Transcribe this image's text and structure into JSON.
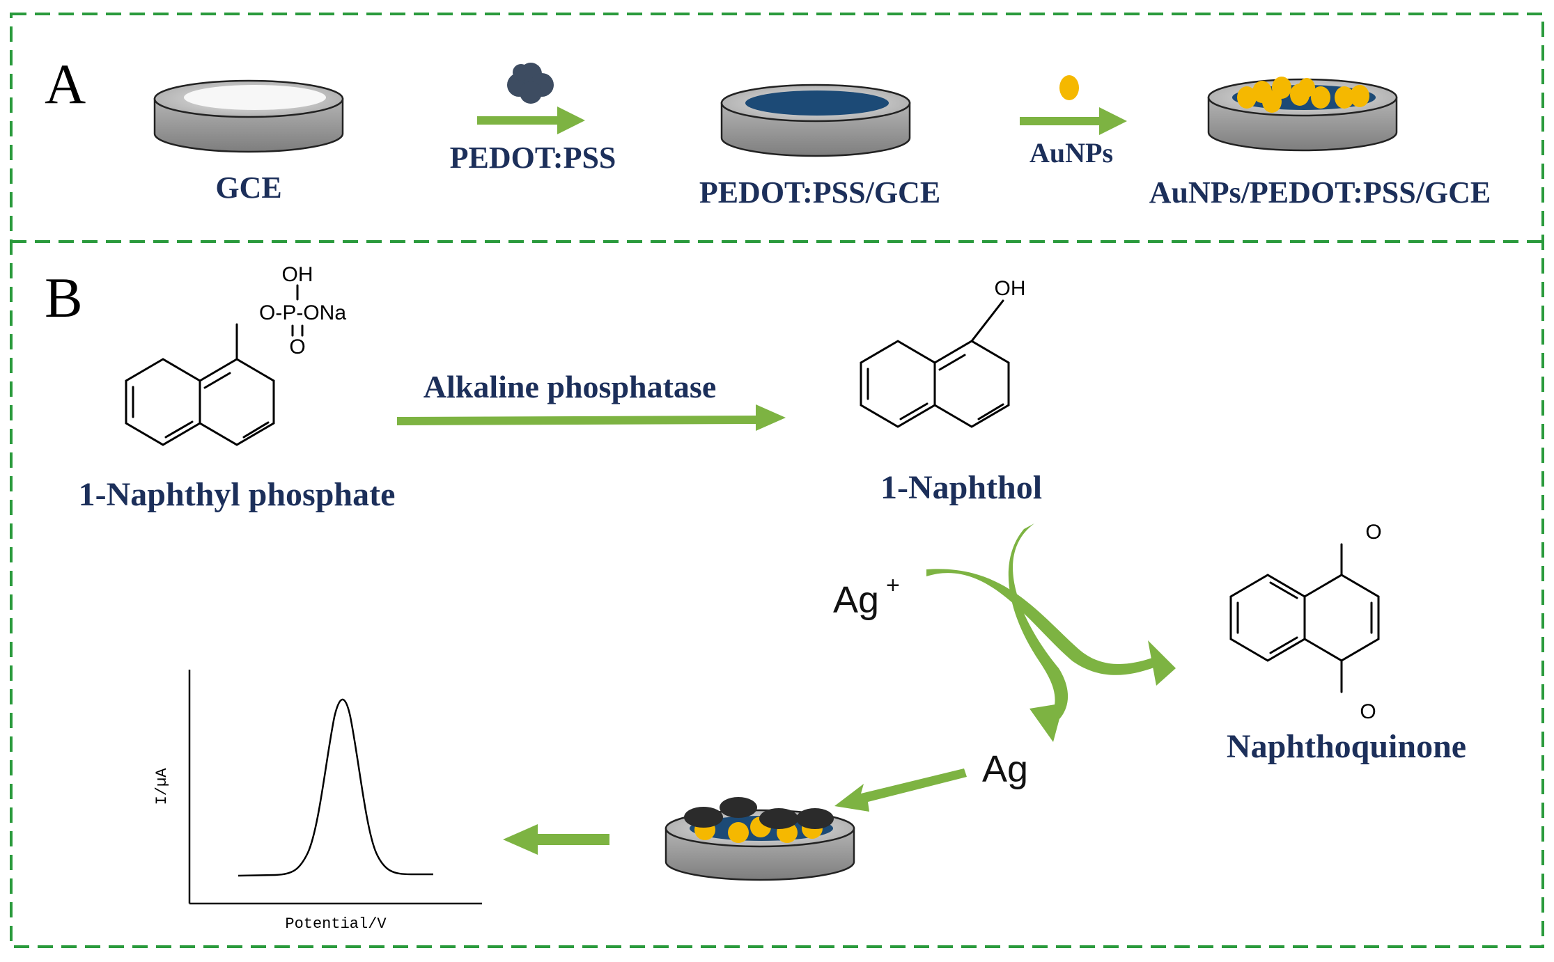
{
  "panel_a": {
    "letter": "A",
    "labels": {
      "gce": "GCE",
      "pedot_pss": "PEDOT:PSS",
      "pedot_gce": "PEDOT:PSS/GCE",
      "aunps": "AuNPs",
      "aunps_pedot_gce": "AuNPs/PEDOT:PSS/GCE"
    }
  },
  "panel_b": {
    "letter": "B",
    "phosphate_group": {
      "oh": "OH",
      "opona": "O-P-ONa",
      "o": "O"
    },
    "naphthol_oh": "OH",
    "quinone_o_top": "O",
    "quinone_o_bottom": "O",
    "enzyme_label": "Alkaline phosphatase",
    "substrate_name": "1-Naphthyl phosphate",
    "product_name": "1-Naphthol",
    "quinone_name": "Naphthoquinone",
    "ag_ion_base": "Ag",
    "ag_ion_charge": "+",
    "ag_metal": "Ag",
    "plot": {
      "ylabel": "I/µA",
      "xlabel": "Potential/V"
    }
  },
  "colors": {
    "border": "#2a9a3c",
    "arrow": "#7db342",
    "text": "#1c2f5a",
    "pedot": "#1c4a76",
    "gold": "#f5b800",
    "silver": "#2b2b2b",
    "electrode_side": "#9a9a9a",
    "electrode_top": "#c8c8c8"
  }
}
